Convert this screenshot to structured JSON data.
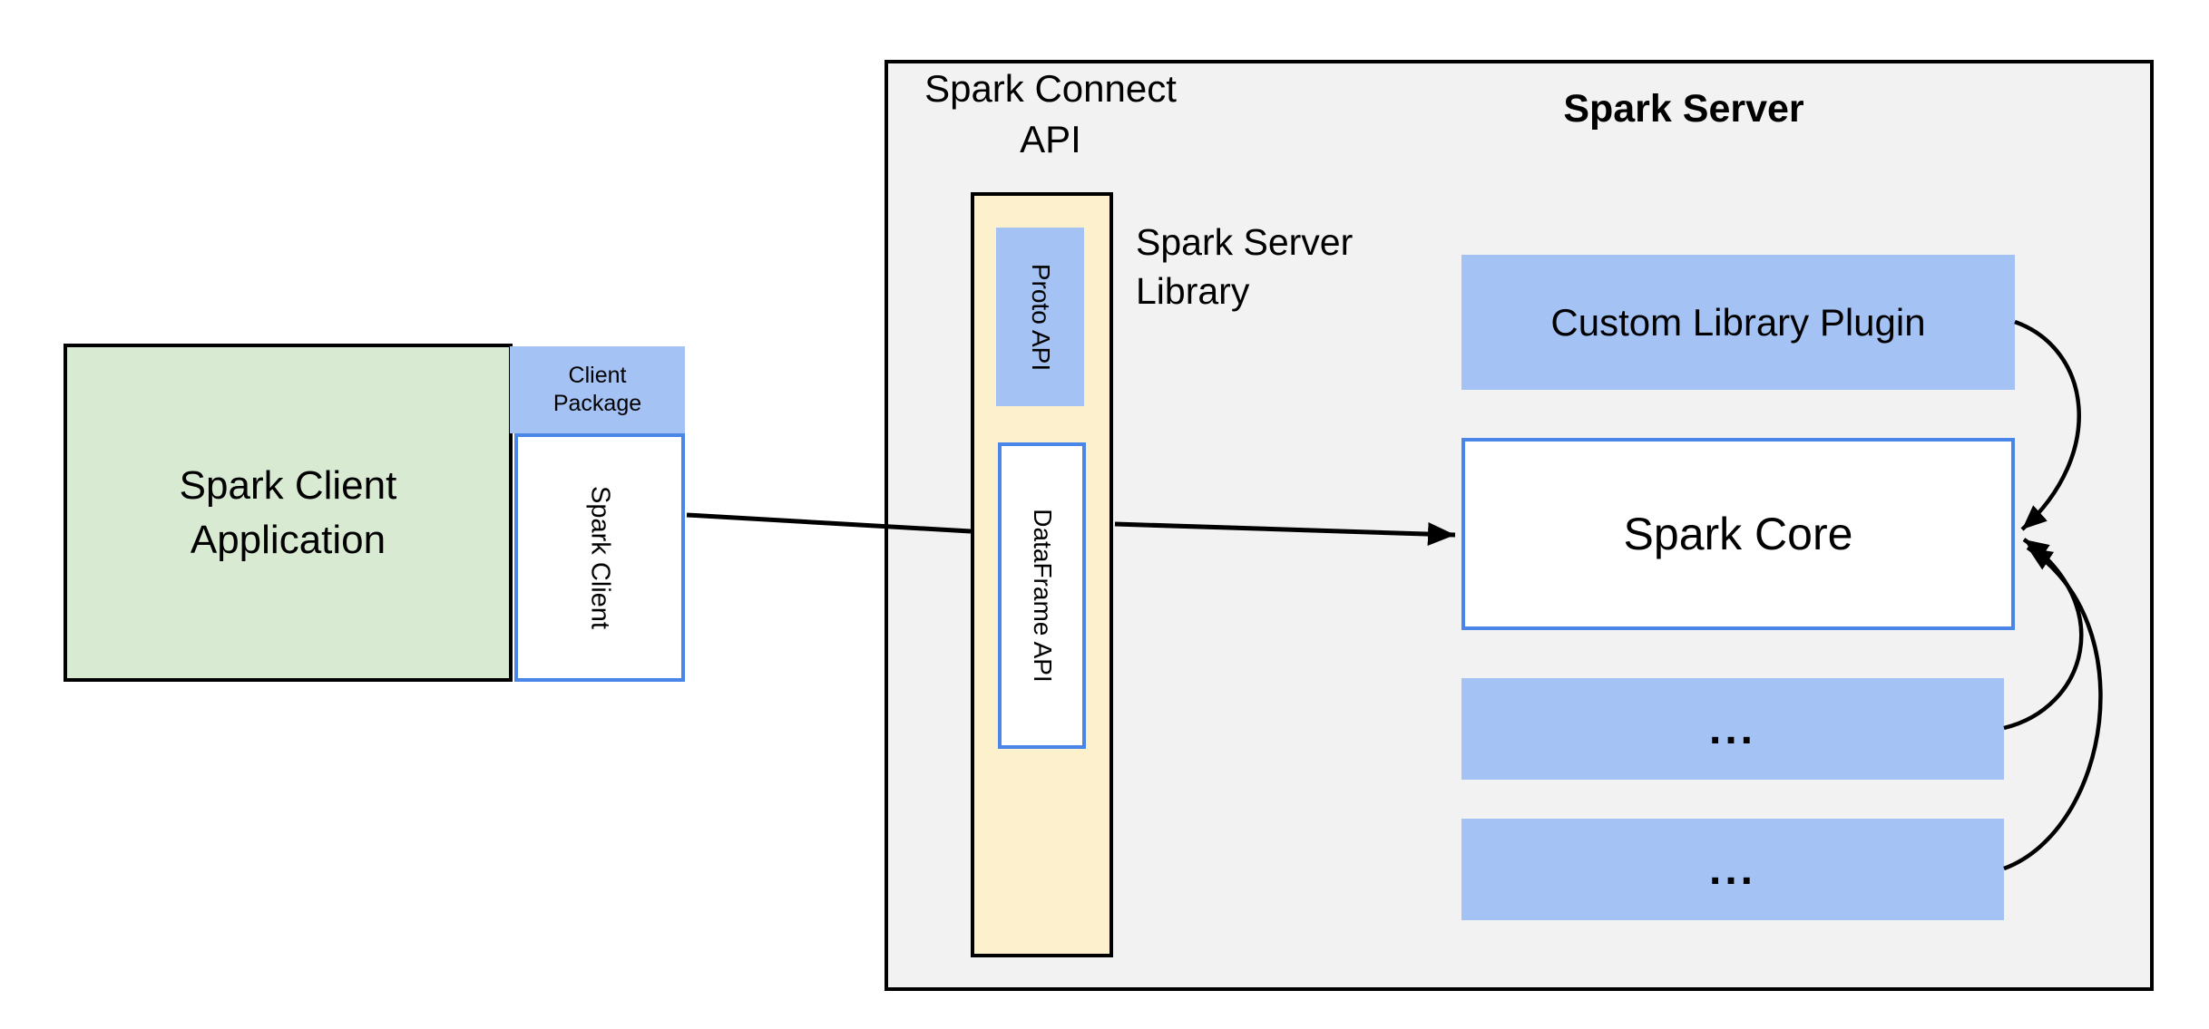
{
  "colors": {
    "background": "#ffffff",
    "green_fill": "#d9ead3",
    "blue_fill": "#a4c2f4",
    "yellow_fill": "#fdf1cd",
    "gray_fill": "#f2f2f2",
    "blue_border": "#4a86e8",
    "arrow_color": "#000000"
  },
  "client_application": {
    "line1": "Spark Client",
    "line2": "Application"
  },
  "client_package": {
    "line1": "Client",
    "line2": "Package"
  },
  "spark_client": {
    "label": "Spark Client"
  },
  "spark_connect_api": {
    "line1": "Spark Connect",
    "line2": "API"
  },
  "proto_api": {
    "label": "Proto API"
  },
  "dataframe_api": {
    "label": "DataFrame API"
  },
  "spark_server_library": {
    "line1": "Spark Server",
    "line2": "Library"
  },
  "spark_server": {
    "title": "Spark Server"
  },
  "custom_library_plugin": {
    "label": "Custom Library Plugin"
  },
  "spark_core": {
    "label": "Spark Core"
  },
  "plugin_slot_1": {
    "label": "..."
  },
  "plugin_slot_2": {
    "label": "..."
  }
}
